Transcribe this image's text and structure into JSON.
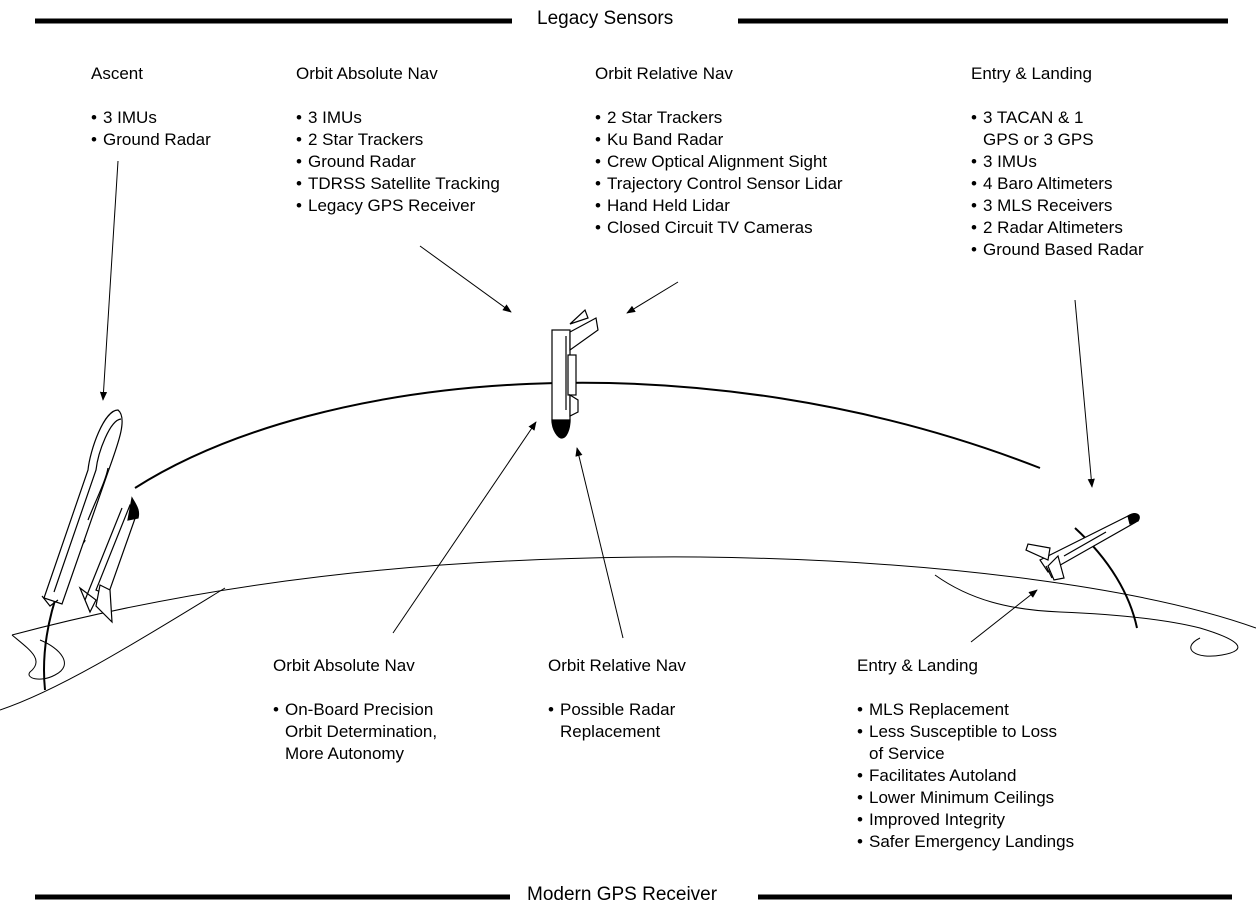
{
  "top_header": "Legacy Sensors",
  "bottom_header": "Modern GPS Receiver",
  "legacy": [
    {
      "title": "Ascent",
      "items": [
        "3 IMUs",
        "Ground Radar"
      ]
    },
    {
      "title": "Orbit Absolute Nav",
      "items": [
        "3 IMUs",
        "2 Star Trackers",
        "Ground Radar",
        "TDRSS Satellite Tracking",
        "Legacy GPS Receiver"
      ]
    },
    {
      "title": "Orbit Relative Nav",
      "items": [
        "2 Star Trackers",
        "Ku Band Radar",
        "Crew Optical Alignment Sight",
        "Trajectory Control Sensor Lidar",
        "Hand Held Lidar",
        "Closed Circuit TV Cameras"
      ]
    },
    {
      "title": "Entry & Landing",
      "items": [
        "3 TACAN & 1\nGPS or 3 GPS",
        "3 IMUs",
        "4 Baro Altimeters",
        "3 MLS Receivers",
        "2 Radar Altimeters",
        "Ground Based Radar"
      ]
    }
  ],
  "modern": [
    {
      "title": "Orbit Absolute Nav",
      "items": [
        "On-Board Precision\nOrbit Determination,\nMore Autonomy"
      ]
    },
    {
      "title": "Orbit Relative Nav",
      "items": [
        "Possible Radar\nReplacement"
      ]
    },
    {
      "title": "Entry & Landing",
      "items": [
        "MLS Replacement",
        "Less Susceptible to Loss\nof Service",
        "Facilitates Autoland",
        "Lower Minimum Ceilings",
        "Improved Integrity",
        "Safer Emergency Landings"
      ]
    }
  ]
}
